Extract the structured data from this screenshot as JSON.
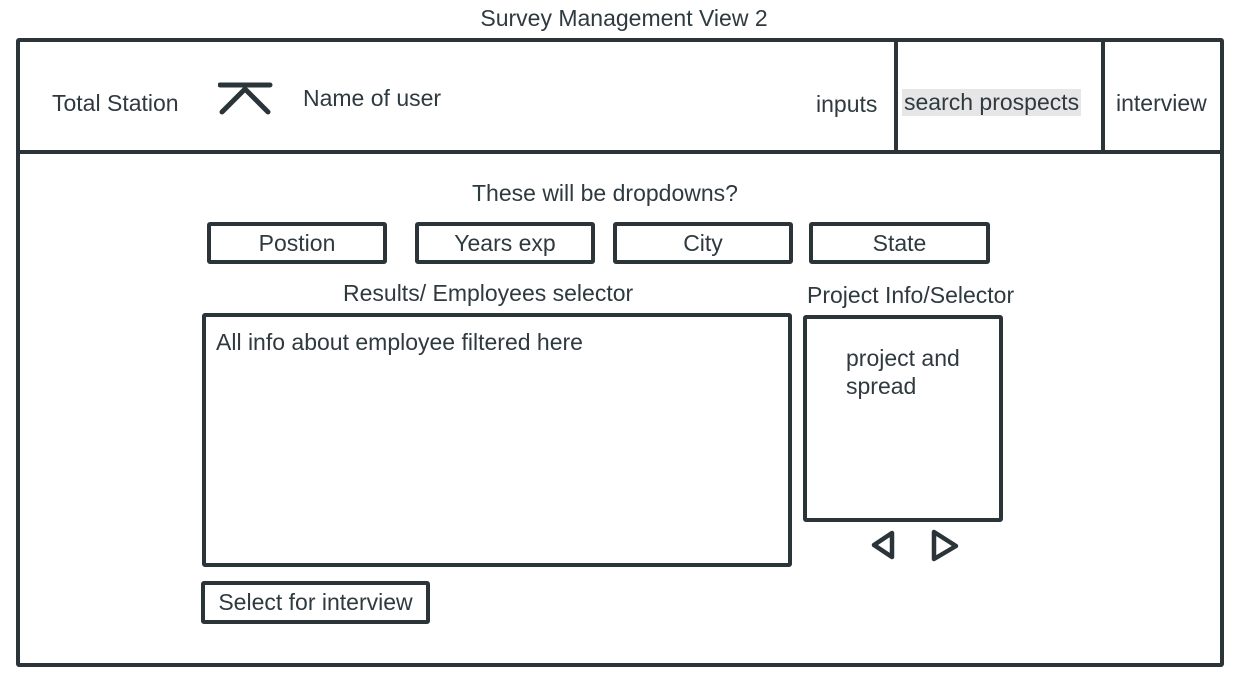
{
  "view_title": "Survey Management View 2",
  "header": {
    "app_name": "Total Station",
    "user_name": "Name of user",
    "nav": {
      "inputs": "inputs",
      "search_prospects": "search prospects",
      "interview": "interview"
    }
  },
  "filters": {
    "caption": "These will be dropdowns?",
    "items": [
      "Postion",
      "Years exp",
      "City",
      "State"
    ]
  },
  "results": {
    "caption": "Results/ Employees selector",
    "content": "All info about employee filtered here",
    "select_button": "Select for interview"
  },
  "project": {
    "caption": "Project Info/Selector",
    "content_line1": "project and",
    "content_line2": "spread"
  },
  "icons": {
    "user": "user-chevron-icon",
    "prev": "triangle-left-icon",
    "next": "triangle-right-icon"
  },
  "colors": {
    "stroke": "#2a3439",
    "text": "#2f3a3f",
    "active_nav_bg": "#e6e6e6"
  }
}
